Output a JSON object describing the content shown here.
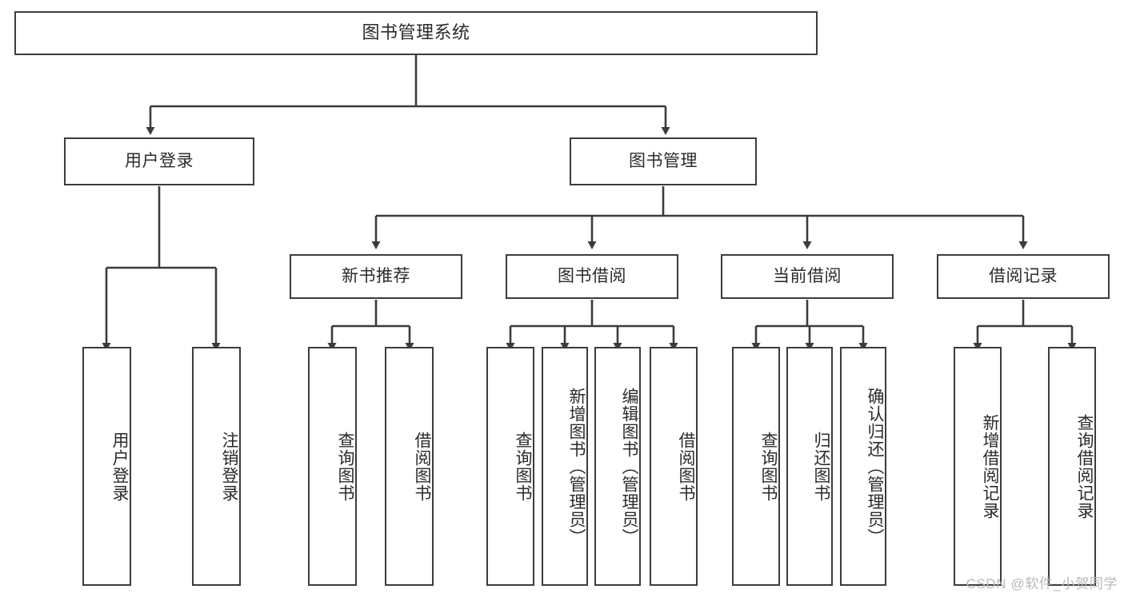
{
  "diagram": {
    "title": "图书管理系统",
    "type": "tree-hierarchy",
    "palette": {
      "background": "#ffffff",
      "box_border": "#3b3b3b",
      "box_fill": "#ffffff",
      "text": "#2b2b2b",
      "connector": "#3b3b3b",
      "watermark": "#b9b9b9"
    },
    "root": {
      "label": "图书管理系统"
    },
    "level2": [
      {
        "label": "用户登录"
      },
      {
        "label": "图书管理"
      }
    ],
    "level3": [
      {
        "label": "新书推荐"
      },
      {
        "label": "图书借阅"
      },
      {
        "label": "当前借阅"
      },
      {
        "label": "借阅记录"
      }
    ],
    "leaves": {
      "user_login": [
        {
          "label": "用户登录"
        },
        {
          "label": "注销登录"
        }
      ],
      "new_book": [
        {
          "label": "查询图书"
        },
        {
          "label": "借阅图书"
        }
      ],
      "book_borrow": [
        {
          "label": "查询图书"
        },
        {
          "label": "新增图书（管理员）"
        },
        {
          "label": "编辑图书（管理员）"
        },
        {
          "label": "借阅图书"
        }
      ],
      "current_borrow": [
        {
          "label": "查询图书"
        },
        {
          "label": "归还图书"
        },
        {
          "label": "确认归还（管理员）"
        }
      ],
      "borrow_record": [
        {
          "label": "新增借阅记录"
        },
        {
          "label": "查询借阅记录"
        }
      ]
    }
  },
  "watermark": {
    "text": "CSDN @软件_小贺同学"
  }
}
